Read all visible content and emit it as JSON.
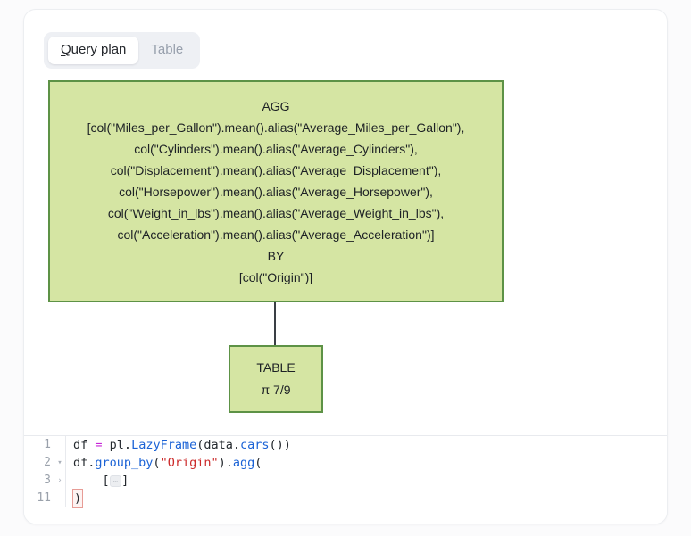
{
  "tabs": [
    {
      "label": "Query plan",
      "underline_first": true,
      "active": true
    },
    {
      "label": "Table",
      "underline_first": false,
      "active": false
    }
  ],
  "colors": {
    "node_fill": "#d5e5a3",
    "node_border": "#5d9246",
    "edge": "#3a3f45",
    "tabbar_bg": "#eef0f4",
    "active_tab_bg": "#ffffff",
    "card_bg": "#ffffff",
    "page_bg": "#fbfbfc",
    "keyword": "#c724d7",
    "function": "#1a62d6",
    "string": "#cc2b2b"
  },
  "plan": {
    "agg_node": {
      "title": "AGG",
      "lines": [
        "[col(\"Miles_per_Gallon\").mean().alias(\"Average_Miles_per_Gallon\"),",
        "col(\"Cylinders\").mean().alias(\"Average_Cylinders\"),",
        "col(\"Displacement\").mean().alias(\"Average_Displacement\"),",
        "col(\"Horsepower\").mean().alias(\"Average_Horsepower\"),",
        "col(\"Weight_in_lbs\").mean().alias(\"Average_Weight_in_lbs\"),",
        "col(\"Acceleration\").mean().alias(\"Average_Acceleration\")]"
      ],
      "by_label": "BY",
      "by_value": "[col(\"Origin\")]"
    },
    "table_node": {
      "title": "TABLE",
      "projection": "π 7/9"
    }
  },
  "editor": {
    "lines": [
      {
        "number": "1",
        "fold": "",
        "tokens": [
          {
            "text": "df ",
            "type": "plain"
          },
          {
            "text": "=",
            "type": "operator"
          },
          {
            "text": " pl",
            "type": "plain"
          },
          {
            "text": ".",
            "type": "plain"
          },
          {
            "text": "LazyFrame",
            "type": "function"
          },
          {
            "text": "(data",
            "type": "plain"
          },
          {
            "text": ".",
            "type": "plain"
          },
          {
            "text": "cars",
            "type": "function"
          },
          {
            "text": "())",
            "type": "plain"
          }
        ]
      },
      {
        "number": "2",
        "fold": "▾",
        "tokens": [
          {
            "text": "df.",
            "type": "plain"
          },
          {
            "text": "group_by",
            "type": "function"
          },
          {
            "text": "(",
            "type": "plain"
          },
          {
            "text": "\"Origin\"",
            "type": "string"
          },
          {
            "text": ").",
            "type": "plain"
          },
          {
            "text": "agg",
            "type": "function"
          },
          {
            "text": "(",
            "type": "plain"
          }
        ]
      },
      {
        "number": "3",
        "fold": "›",
        "tokens": [
          {
            "text": "    [",
            "type": "plain"
          },
          {
            "text": "…",
            "type": "fold-chip"
          },
          {
            "text": "]",
            "type": "plain"
          }
        ]
      },
      {
        "number": "11",
        "fold": "",
        "tokens": [
          {
            "text": ")",
            "type": "bracket-match"
          }
        ]
      }
    ]
  }
}
